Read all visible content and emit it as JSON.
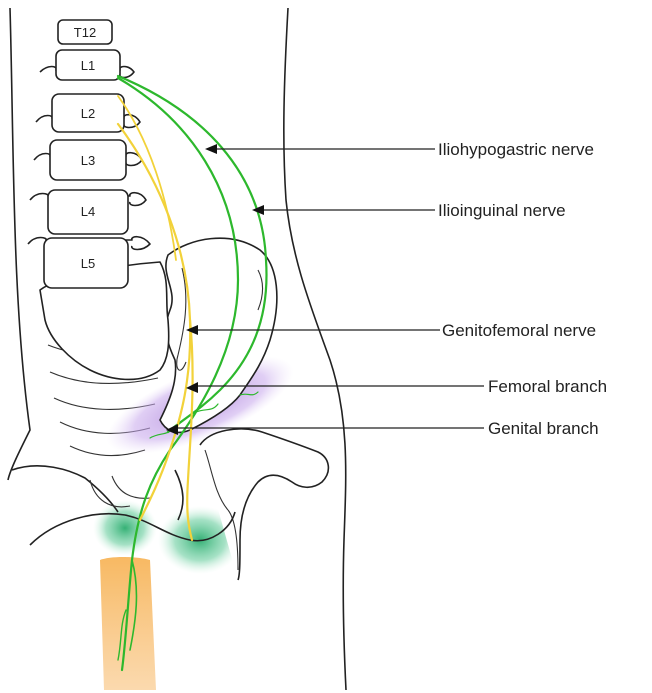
{
  "vertebrae": [
    "T12",
    "L1",
    "L2",
    "L3",
    "L4",
    "L5"
  ],
  "labels": {
    "iliohypogastric": "Iliohypogastric nerve",
    "ilioinguinal": "Ilioinguinal nerve",
    "genitofemoral": "Genitofemoral nerve",
    "femoral_branch": "Femoral branch",
    "genital_branch": "Genital branch"
  },
  "colors": {
    "iliohypogastric_nerve": "#2db82d",
    "ilioinguinal_nerve": "#2db82d",
    "genitofemoral_nerve": "#f2d23a",
    "femoral_branch_area": "#b58be0",
    "genital_branch_area": "#2fbf7a",
    "thigh_area": "#f5a54a"
  }
}
